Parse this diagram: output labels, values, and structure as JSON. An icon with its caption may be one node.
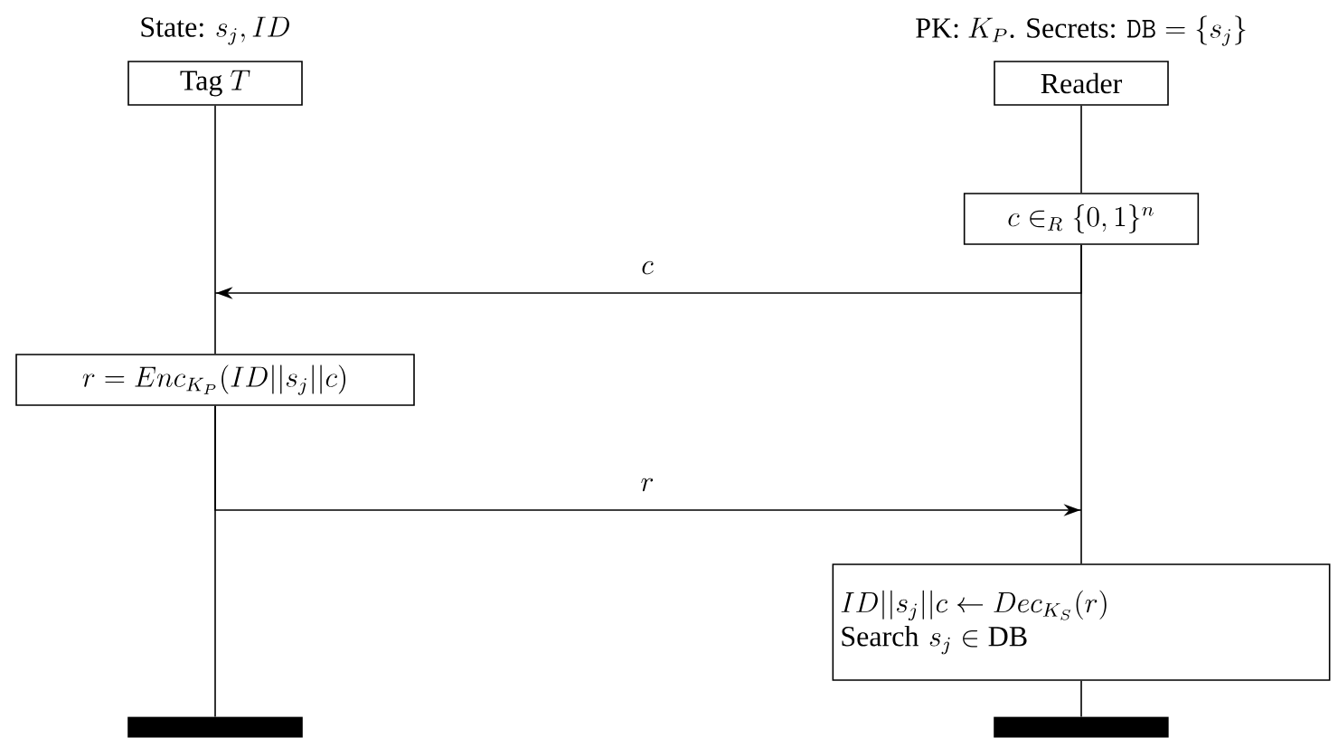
{
  "diagram": {
    "nodes": [
      {
        "text": [
          "\\text{Tag } T"
        ],
        "beside": [
          "\\text{State: } s_j, ID"
        ]
      },
      {
        "text": [
          "\\text{Reader}"
        ],
        "beside": [
          "\\text{PK: } K_P\\text{. Secrets: } \\mathtt{DB} = \\{s_j\\}"
        ]
      },
      {
        "text": [
          "c \\in_R \\{0,1\\}^n"
        ]
      },
      {
        "text": [
          "r = Enc_{K_P}(ID||s_j||c)"
        ]
      },
      {
        "text": [
          "ID||s_j||c \\leftarrow Dec_{K_S}(r)",
          "\\text{Search } s_j \\in \\text{DB}"
        ]
      },
      {
        "text": [],
        "shape": "bar"
      },
      {
        "text": [],
        "shape": "bar"
      }
    ],
    "edges": [
      {
        "from": 0,
        "to": 3,
        "arrow": "none"
      },
      {
        "from": 3,
        "to": 5,
        "arrow": "none"
      },
      {
        "from": 1,
        "to": 2,
        "arrow": "none"
      },
      {
        "from": 2,
        "to": 4,
        "arrow": "none"
      },
      {
        "from": 4,
        "to": 6,
        "arrow": "none"
      },
      {
        "from": 2,
        "to": null,
        "label": "c",
        "arrow": "to"
      },
      {
        "from": 3,
        "to": null,
        "label": "r",
        "arrow": "to"
      }
    ]
  }
}
